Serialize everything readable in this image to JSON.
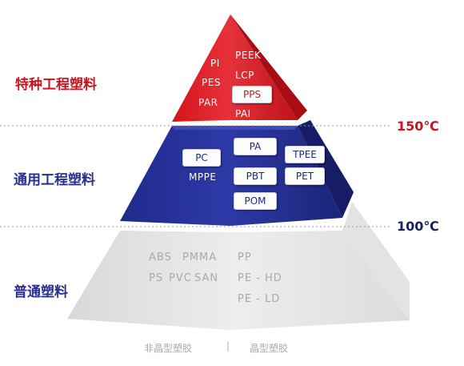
{
  "tiers": {
    "special": {
      "label": "特种工程塑料",
      "color": "#c8141e"
    },
    "general": {
      "label": "通用工程塑料",
      "color": "#2b2f8f"
    },
    "common": {
      "label": "普通塑料",
      "color": "#2b2f8f"
    }
  },
  "thresholds": {
    "t150": {
      "label": "150℃",
      "color": "#c8141e"
    },
    "t100": {
      "label": "100℃",
      "color": "#1c2060"
    }
  },
  "top": {
    "left_items": [
      "PI",
      "PES",
      "PAR"
    ],
    "right_items": [
      "PEEK",
      "LCP",
      "PAI"
    ],
    "chip": "PPS"
  },
  "middle": {
    "chip_pc": "PC",
    "text_mppe": "MPPE",
    "chip_pa": "PA",
    "chip_tpee": "TPEE",
    "chip_pbt": "PBT",
    "chip_pet": "PET",
    "chip_pom": "POM"
  },
  "bottom": {
    "left_row1": [
      "ABS",
      "PMMA"
    ],
    "left_row2": [
      "PS",
      "PVC",
      "SAN"
    ],
    "right_items": [
      "PP",
      "PE - HD",
      "PE - LD"
    ]
  },
  "footer": {
    "amorphous": "非晶型塑胶",
    "separator": "|",
    "crystalline": "晶型塑胶"
  }
}
